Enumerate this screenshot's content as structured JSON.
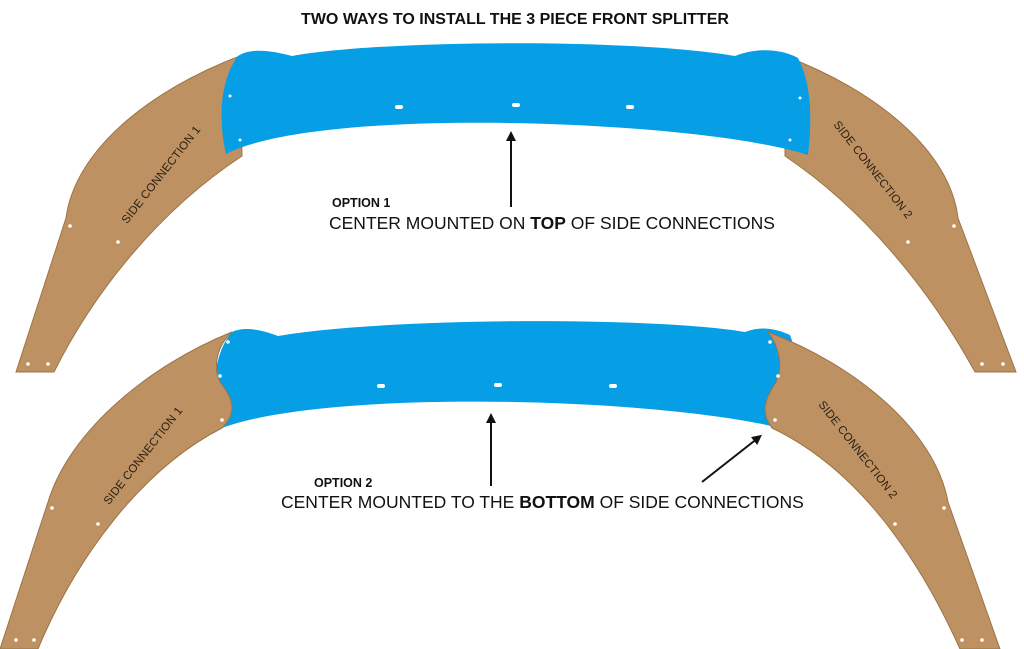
{
  "title": "TWO WAYS TO INSTALL THE 3 PIECE FRONT SPLITTER",
  "colors": {
    "side_piece": "#bd9162",
    "side_piece_edge": "#9c7447",
    "center_piece": "#069fe6",
    "arrow": "#111111",
    "hole": "#ffffff"
  },
  "option1": {
    "label": "OPTION 1",
    "caption_pre": "CENTER  MOUNTED ON ",
    "caption_em": "TOP",
    "caption_post": " OF SIDE CONNECTIONS",
    "left_label": "SIDE CONNECTION 1",
    "right_label": "SIDE CONNECTION 2"
  },
  "option2": {
    "label": "OPTION 2",
    "caption_pre": "CENTER  MOUNTED TO THE ",
    "caption_em": "BOTTOM",
    "caption_post": " OF SIDE CONNECTIONS",
    "left_label": "SIDE CONNECTION 1",
    "right_label": "SIDE CONNECTION 2"
  }
}
